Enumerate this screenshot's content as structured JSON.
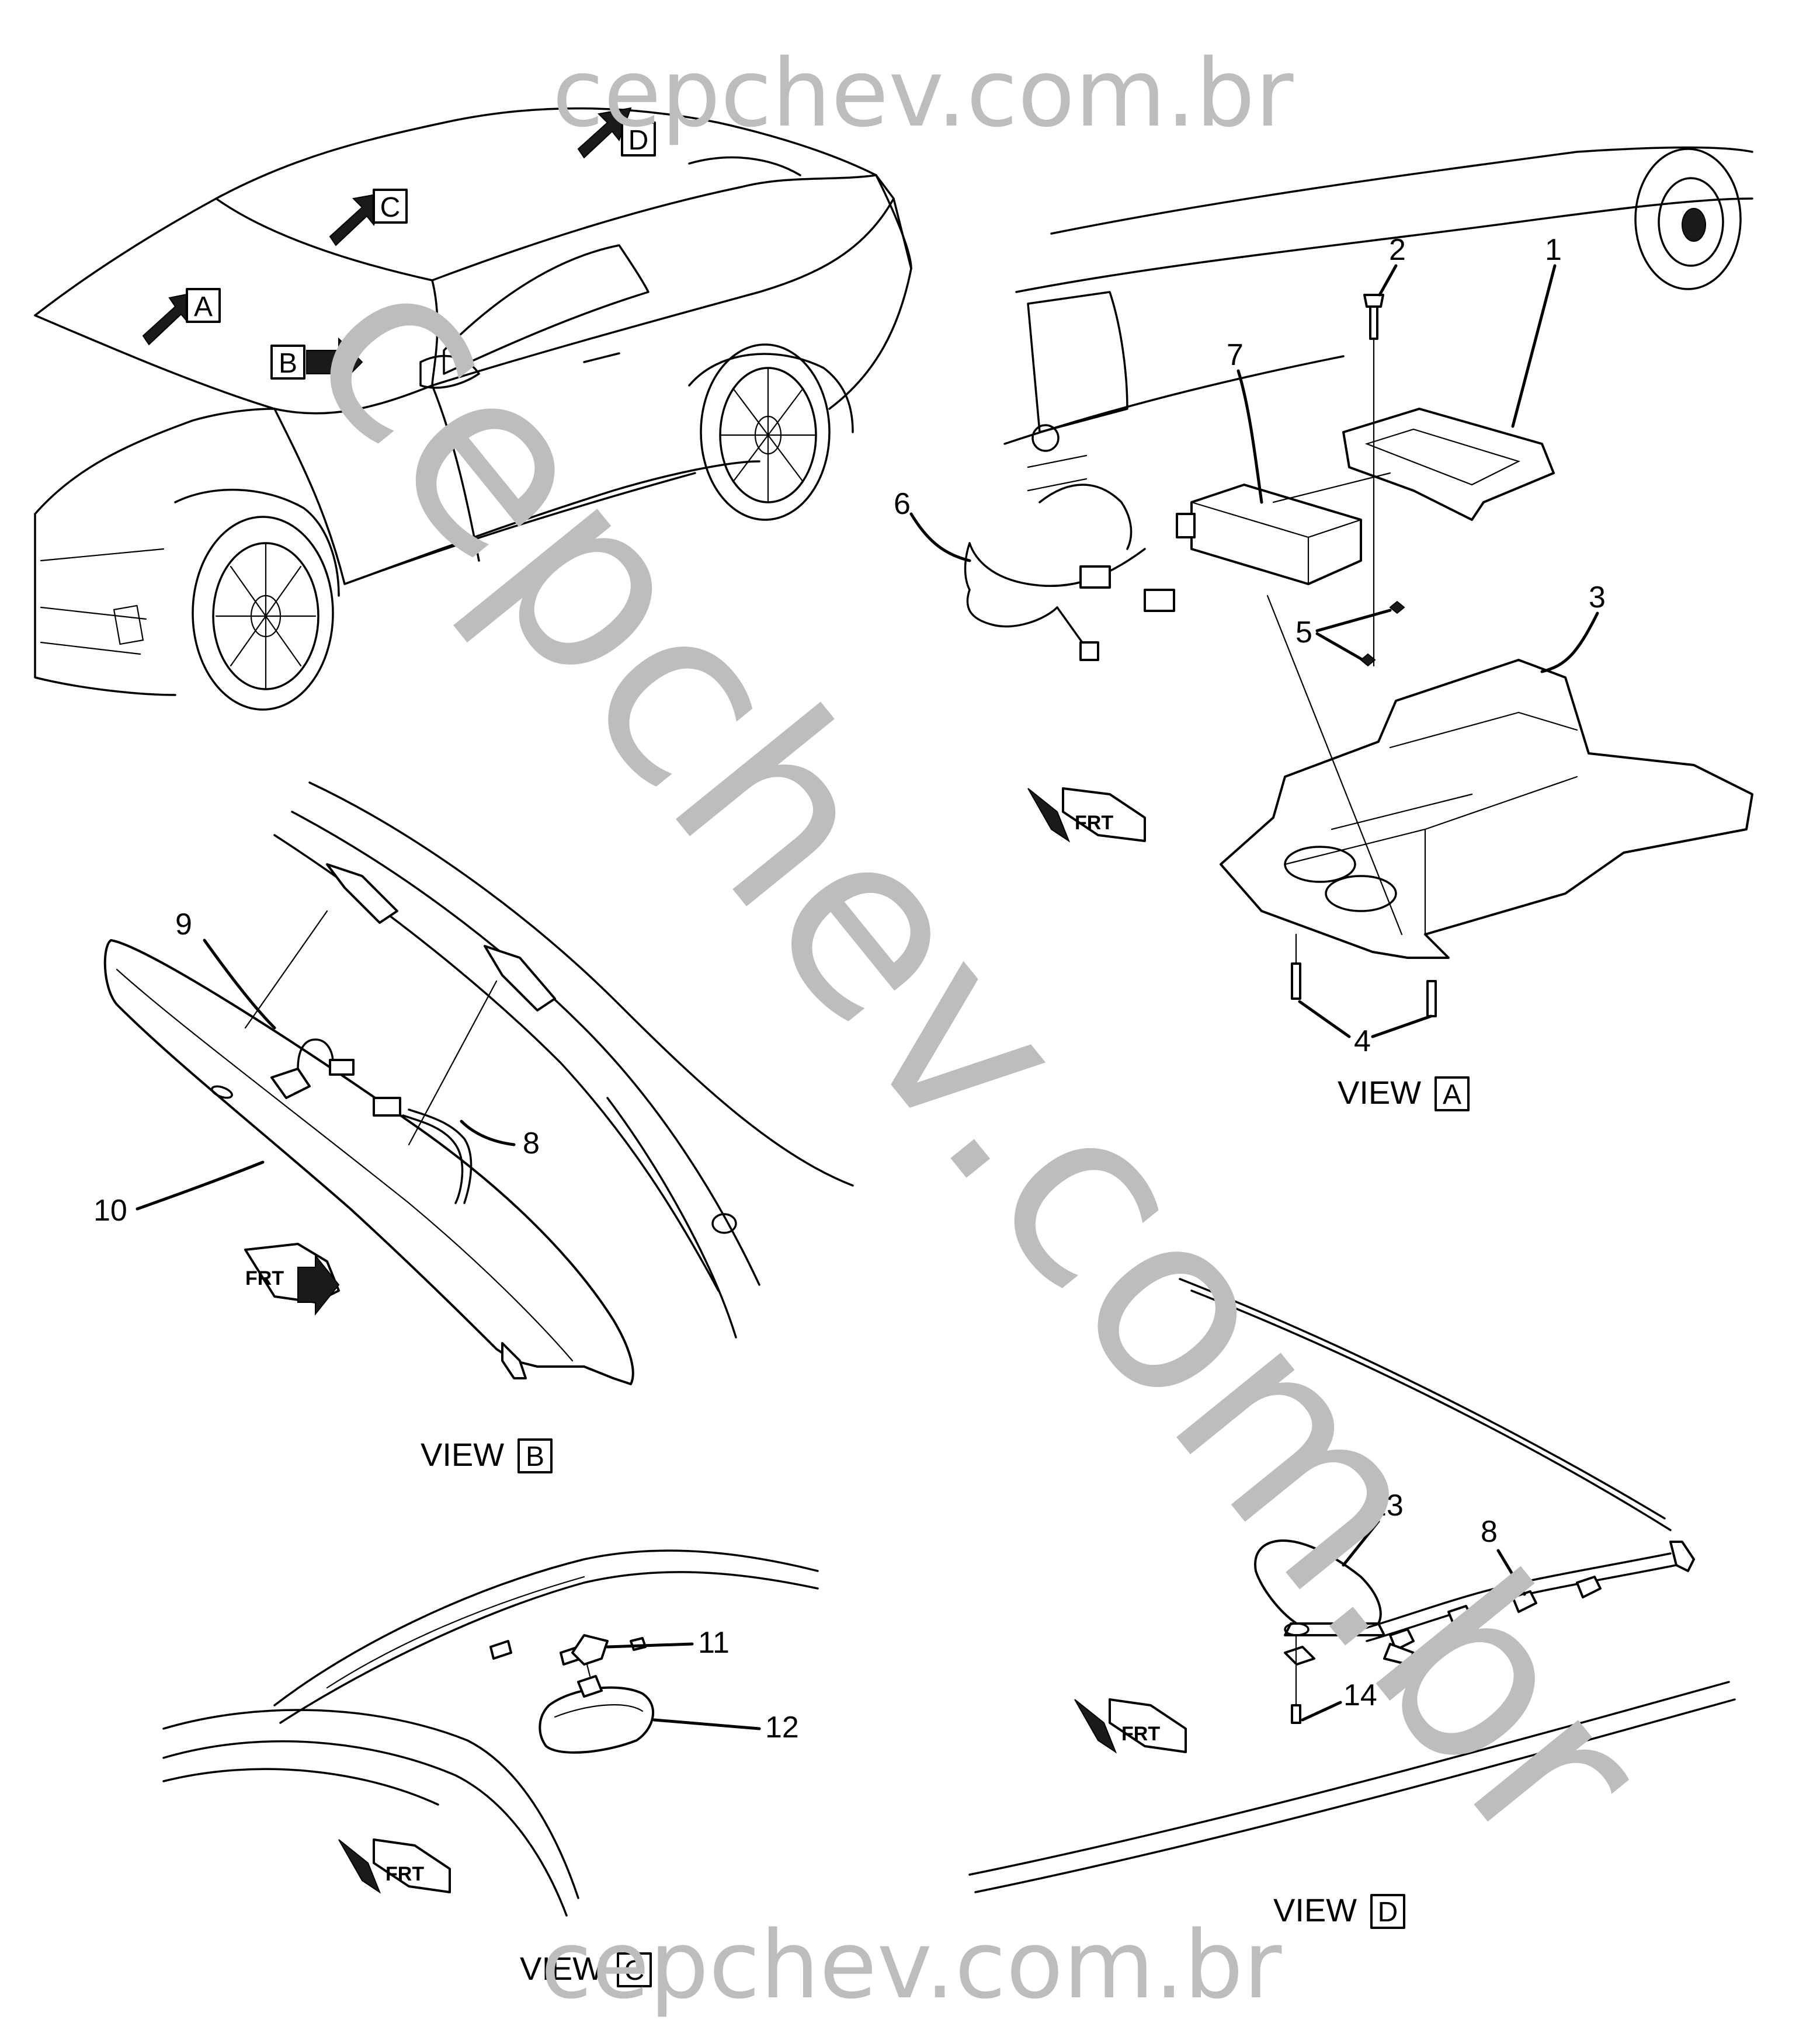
{
  "watermark": {
    "top": "cepchev.com.br",
    "diagonal": "cepchev.com.br",
    "bottom": "cepchev.com.br"
  },
  "overview": {
    "view_arrows": [
      "A",
      "B",
      "C",
      "D"
    ]
  },
  "views": [
    {
      "id": "A",
      "label": "VIEW",
      "letter": "A"
    },
    {
      "id": "B",
      "label": "VIEW",
      "letter": "B"
    },
    {
      "id": "C",
      "label": "VIEW",
      "letter": "C"
    },
    {
      "id": "D",
      "label": "VIEW",
      "letter": "D"
    }
  ],
  "front_indicator": "FRT",
  "callouts": {
    "view_a": [
      "1",
      "2",
      "3",
      "4",
      "5",
      "6",
      "7"
    ],
    "view_b": [
      "8",
      "9",
      "10"
    ],
    "view_c": [
      "11",
      "12"
    ],
    "view_d": [
      "8",
      "13",
      "14"
    ]
  },
  "colors": {
    "line": "#000000",
    "watermark": "#bdbdbd",
    "background": "#ffffff"
  }
}
